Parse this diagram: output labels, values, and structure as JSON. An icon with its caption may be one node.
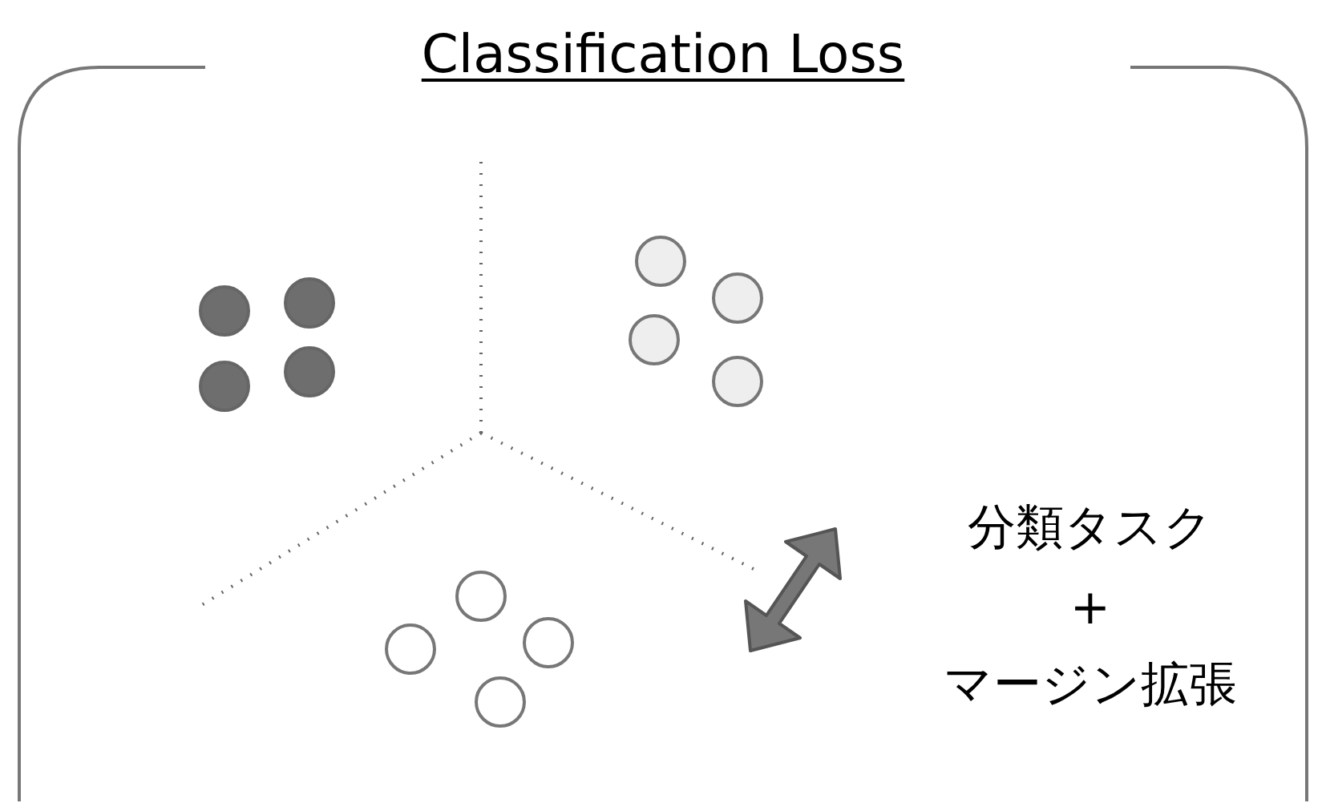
{
  "diagram": {
    "title": "Classification Loss",
    "labels": [
      "分類タスク",
      "+",
      "マージン拡張"
    ]
  }
}
